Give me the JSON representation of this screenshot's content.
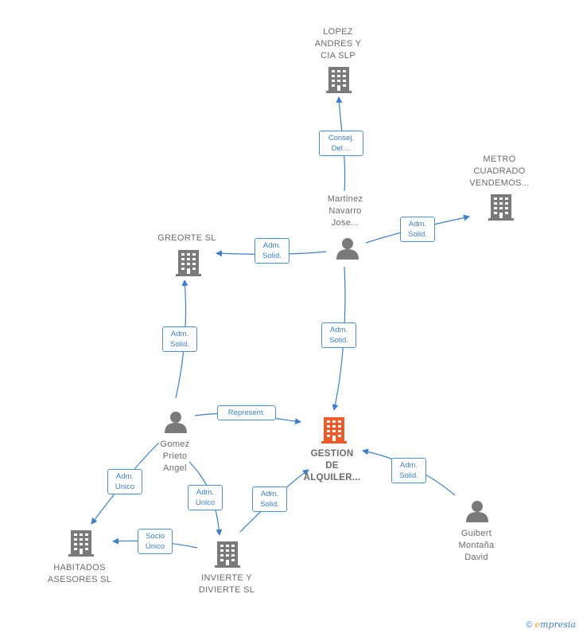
{
  "colors": {
    "accent": "#3a7fcf",
    "node": "#7a7a7a",
    "main_node": "#f05a28"
  },
  "nodes": {
    "lopez": {
      "label": "LOPEZ\nANDRES Y\nCIA  SLP",
      "icon": "building-icon"
    },
    "metro": {
      "label": "METRO\nCUADRADO\nVENDEMOS...",
      "icon": "building-icon"
    },
    "martinez": {
      "label": "Martinez\nNavarro\nJose...",
      "icon": "person-icon"
    },
    "greorte": {
      "label": "GREORTE SL",
      "icon": "building-icon"
    },
    "gestion": {
      "label": "GESTION\nDE\nALQUILER...",
      "icon": "building-icon"
    },
    "gomez": {
      "label": "Gomez\nPrieto\nAngel",
      "icon": "person-icon"
    },
    "guibert": {
      "label": "Guibert\nMontaña\nDavid",
      "icon": "person-icon"
    },
    "habitados": {
      "label": "HABITADOS\nASESORES  SL",
      "icon": "building-icon"
    },
    "invierte": {
      "label": "INVIERTE Y\nDIVIERTE  SL",
      "icon": "building-icon"
    }
  },
  "edges": {
    "martinez_lopez": "Consej.\nDel....",
    "martinez_metro": "Adm.\nSolid.",
    "martinez_greorte": "Adm.\nSolid.",
    "martinez_gestion": "Adm.\nSolid.",
    "gomez_greorte": "Adm.\nSolid.",
    "gomez_gestion": "Represent.",
    "gomez_habitados": "Adm.\nUnico",
    "gomez_invierte": "Adm.\nUnico",
    "invierte_gestion": "Adm.\nSolid.",
    "invierte_habitados": "Socio\nÚnico",
    "guibert_gestion": "Adm.\nSolid."
  },
  "footer": {
    "copyright": "©",
    "brand_e": "e",
    "brand_rest": "mpresia"
  }
}
